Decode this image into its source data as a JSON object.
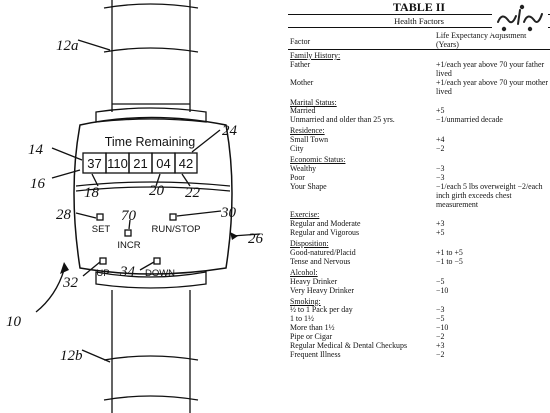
{
  "figure": {
    "display_title": "Time Remaining",
    "digits": [
      "37",
      "110",
      "21",
      "04",
      "42"
    ],
    "buttons": {
      "set": "SET",
      "incr": "INCR",
      "run_stop": "RUN/STOP",
      "up": "UP",
      "down": "DOWN"
    },
    "refs": {
      "r12a": "12a",
      "r12b": "12b",
      "r14": "14",
      "r16": "16",
      "r18": "18",
      "r20": "20",
      "r22": "22",
      "r24": "24",
      "r26": "26",
      "r28": "28",
      "r30": "30",
      "r32": "32",
      "r34": "34",
      "r70": "70",
      "r10": "10"
    }
  },
  "table": {
    "title": "TABLE II",
    "subtitle": "Health Factors",
    "col_factor": "Factor",
    "col_adjust": "Life Expectancy Adjustment (Years)",
    "sections": {
      "family": "Family History:",
      "marital": "Marital Status:",
      "residence": "Residence:",
      "economic": "Economic Status:",
      "exercise": "Exercise:",
      "disposition": "Disposition:",
      "alcohol": "Alcohol:",
      "smoking": "Smoking:"
    },
    "rows": {
      "father_f": "Father",
      "father_a": "+1/each year above 70 your father lived",
      "mother_f": "Mother",
      "mother_a": "+1/each year above 70 your mother lived",
      "married_f": "Married",
      "married_a": "+5",
      "unmarried_f": "Unmarried and older than 25 yrs.",
      "unmarried_a": "−1/unmarried decade",
      "smalltown_f": "Small Town",
      "smalltown_a": "+4",
      "city_f": "City",
      "city_a": "−2",
      "wealthy_f": "Wealthy",
      "wealthy_a": "−3",
      "poor_f": "Poor",
      "poor_a": "−3",
      "shape_f": "Your Shape",
      "shape_a": "−1/each 5 lbs overweight −2/each inch girth exceeds chest measurement",
      "regmod_f": "Regular and Moderate",
      "regmod_a": "+3",
      "regvig_f": "Regular and Vigorous",
      "regvig_a": "+5",
      "good_f": "Good-natured/Placid",
      "good_a": "+1 to +5",
      "tense_f": "Tense and Nervous",
      "tense_a": "−1 to −5",
      "heavy_f": "Heavy Drinker",
      "heavy_a": "−5",
      "vheavy_f": "Very Heavy Drinker",
      "vheavy_a": "−10",
      "pack1_f": "½ to 1 Pack per day",
      "pack1_a": "−3",
      "pack2_f": "1 to 1½",
      "pack2_a": "−5",
      "pack3_f": "More than 1½",
      "pack3_a": "−10",
      "pipe_f": "Pipe or Cigar",
      "pipe_a": "−2",
      "checkups_f": "Regular Medical & Dental Checkups",
      "checkups_a": "+3",
      "illness_f": "Frequent Illness",
      "illness_a": "−2"
    }
  }
}
